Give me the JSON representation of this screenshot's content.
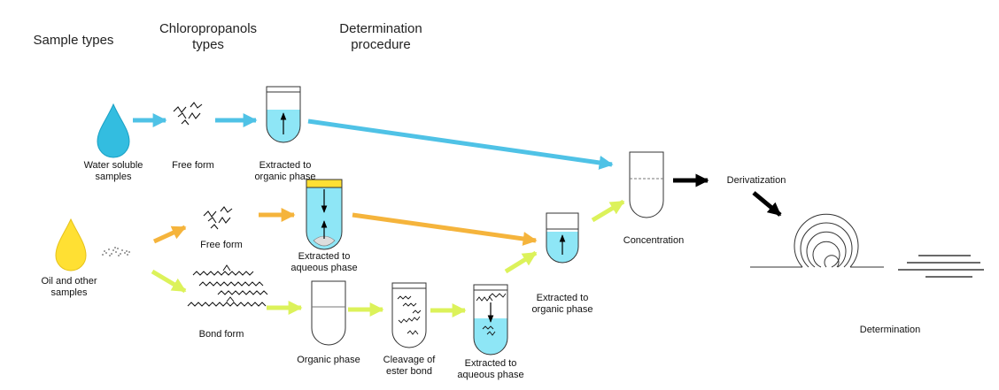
{
  "headers": {
    "sample_types": "Sample types",
    "chloropropanols_types": "Chloropropanols\ntypes",
    "determination_procedure": "Determination\nprocedure"
  },
  "labels": {
    "water_soluble": "Water soluble\nsamples",
    "free_form_top": "Free form",
    "extracted_organic_top": "Extracted to\norganic phase",
    "oil_samples": "Oil and other\nsamples",
    "free_form_mid": "Free form",
    "extracted_aqueous_mid": "Extracted to\naqueous phase",
    "bond_form": "Bond form",
    "organic_phase": "Organic phase",
    "cleavage": "Cleavage of\nester bond",
    "extracted_aqueous_bottom": "Extracted to\naqueous phase",
    "extracted_organic_right": "Extracted to\norganic phase",
    "concentration": "Concentration",
    "derivatization": "Derivatization",
    "determination": "Determination"
  },
  "colors": {
    "water": "#33bde0",
    "aqueous": "#8ee6f6",
    "oil": "#ffe033",
    "arrow_blue": "#4fc2e6",
    "arrow_orange": "#f5b43c",
    "arrow_green": "#dcf25a",
    "arrow_black": "#000000"
  }
}
